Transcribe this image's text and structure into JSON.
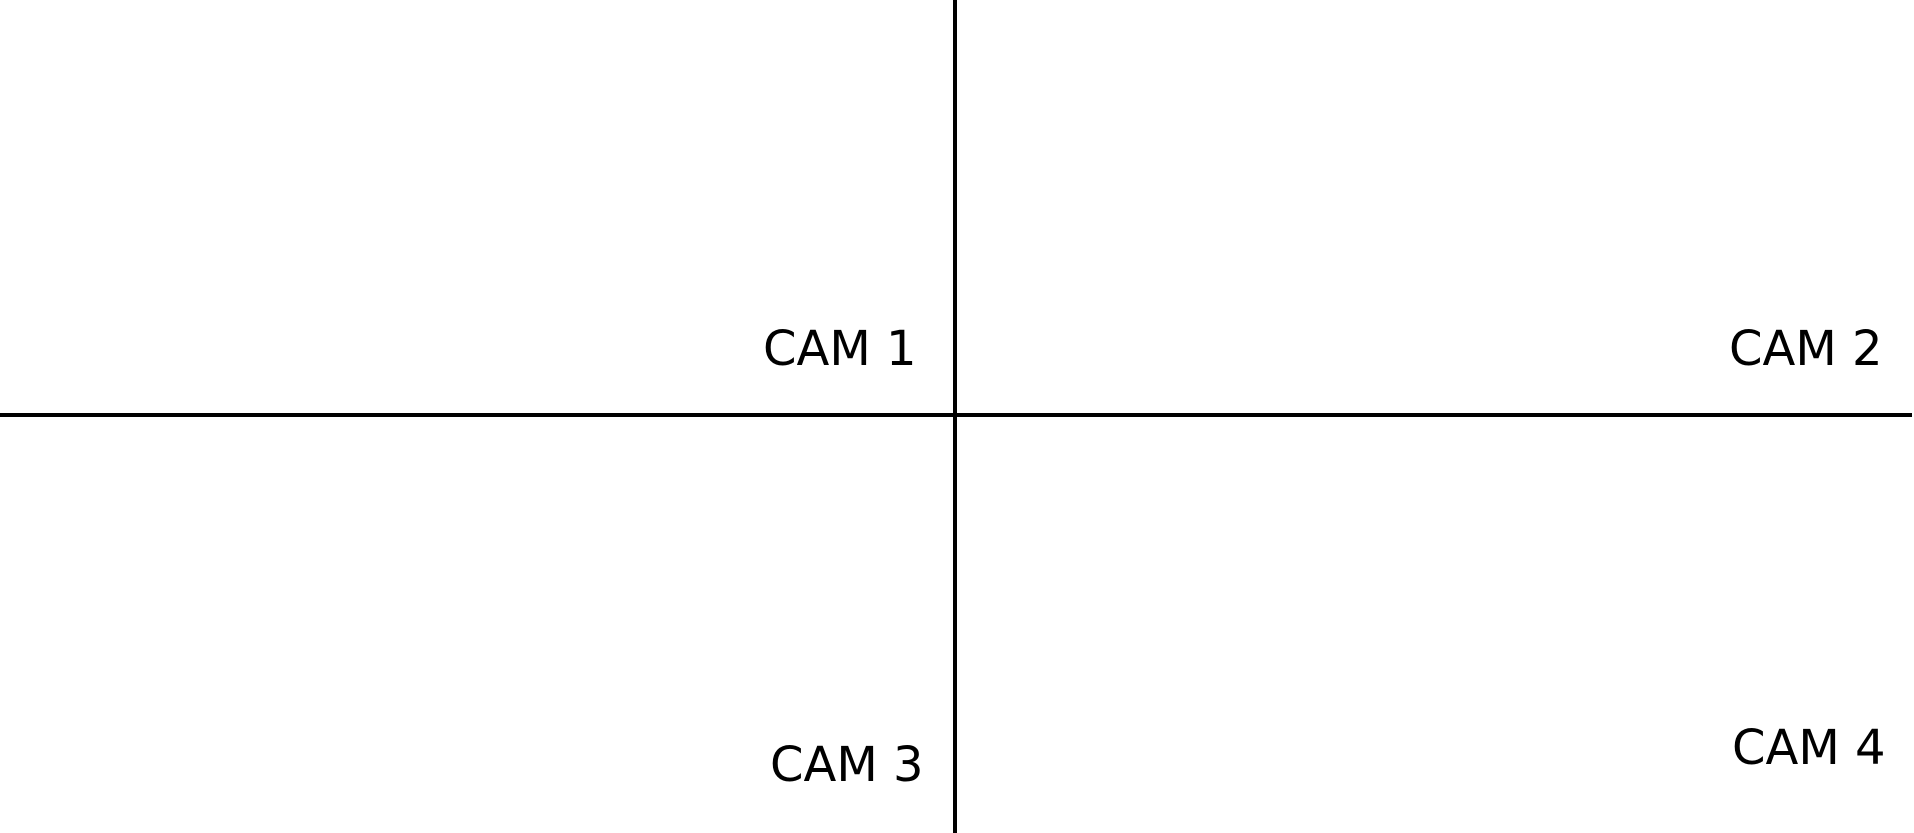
{
  "quadrants": [
    {
      "label": "CAM 1"
    },
    {
      "label": "CAM 2"
    },
    {
      "label": "CAM 3"
    },
    {
      "label": "CAM 4"
    }
  ],
  "colors": {
    "background": "#ffffff",
    "lines": "#000000",
    "text": "#000000"
  }
}
